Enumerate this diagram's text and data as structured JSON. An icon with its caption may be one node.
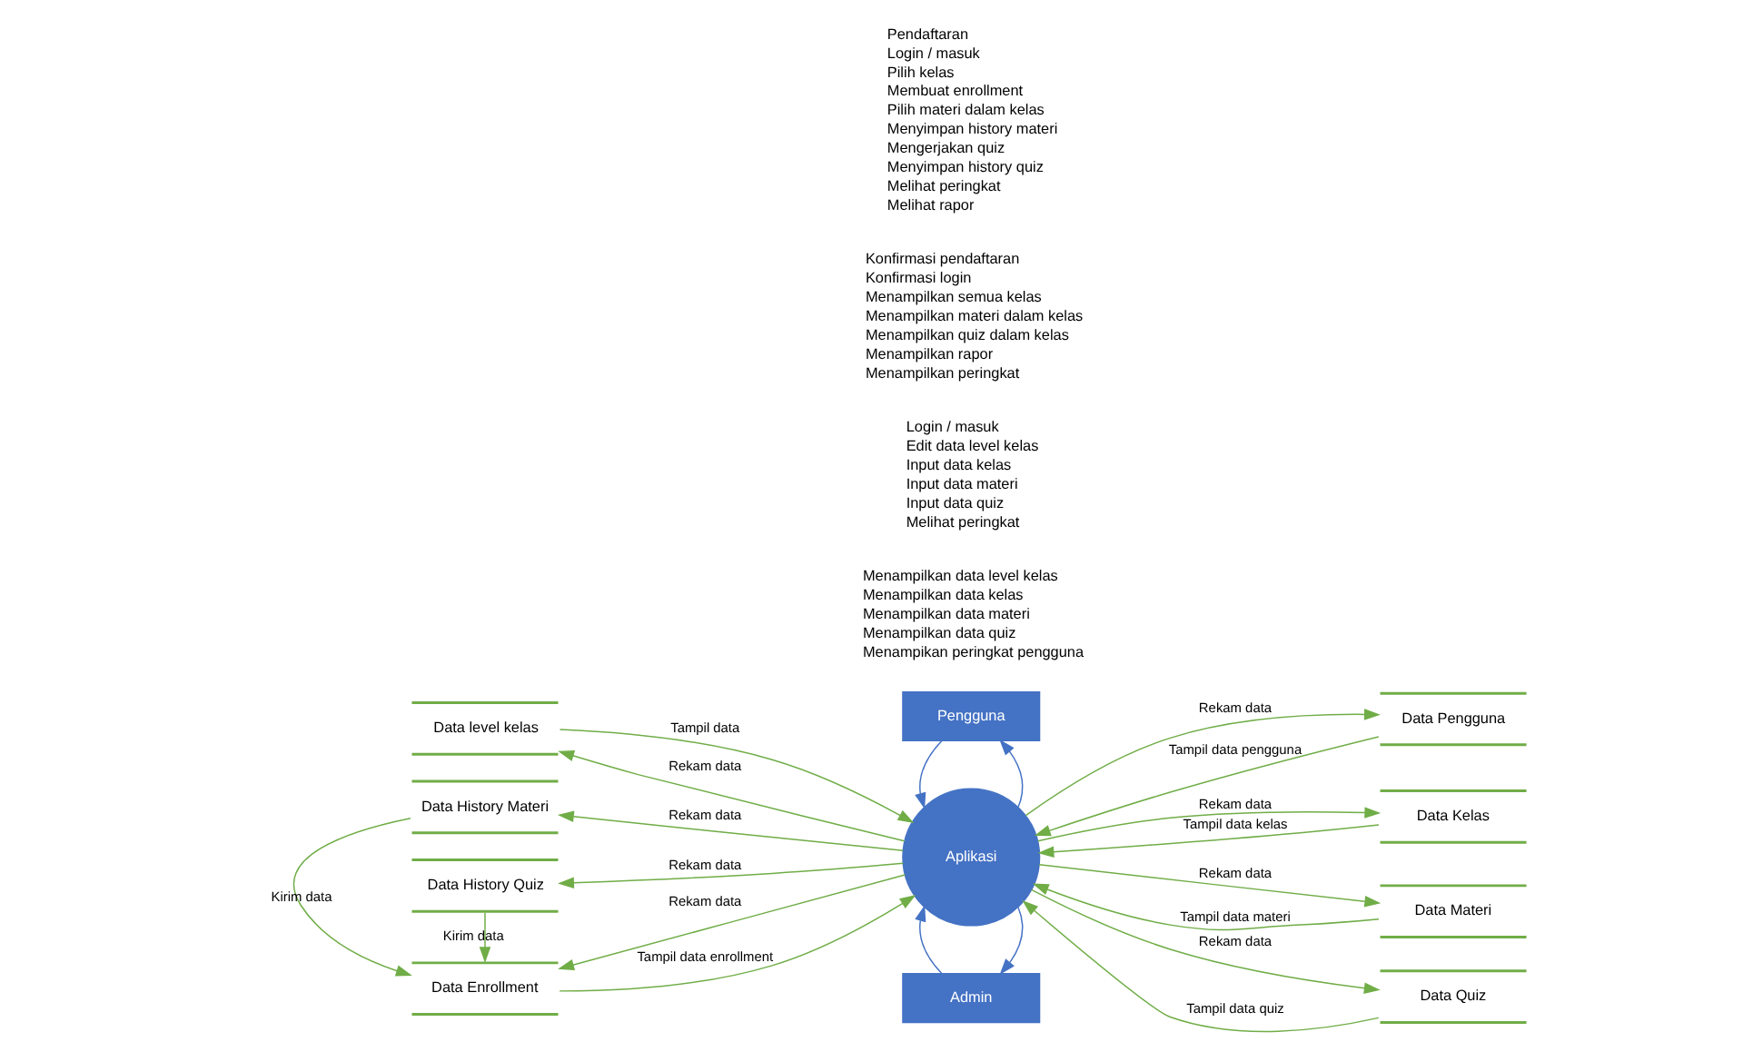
{
  "diagram": {
    "nodes": [
      {
        "text": [
          "Admin"
        ]
      },
      {
        "text": [
          "Aplikasi"
        ]
      },
      {
        "text": [
          "Pengguna"
        ]
      },
      {
        "text": [
          "Data level kelas"
        ]
      },
      {
        "text": [
          "Data History Materi"
        ]
      },
      {
        "text": [
          "Data History Quiz"
        ]
      },
      {
        "text": [
          "Data Enrollment"
        ]
      },
      {
        "text": [
          "Data Pengguna"
        ]
      },
      {
        "text": [
          "Data Kelas"
        ]
      },
      {
        "text": [
          "Data Materi"
        ]
      },
      {
        "text": [
          "Data Quiz"
        ]
      }
    ],
    "edges": [
      {
        "from": 1,
        "to": 0,
        "arrow": "to",
        "color": "#4472c4"
      },
      {
        "from": 0,
        "to": 1,
        "arrow": "to",
        "color": "#4472c4"
      },
      {
        "from": 1,
        "to": 2,
        "arrow": "to",
        "color": "#4472c4"
      },
      {
        "from": 2,
        "to": 1,
        "arrow": "to",
        "color": "#4472c4"
      },
      {
        "from": 1,
        "to": 3,
        "arrow": "to",
        "label": "Rekam data"
      },
      {
        "from": 1,
        "to": 4,
        "arrow": "to",
        "label": "Rekam data"
      },
      {
        "from": 3,
        "to": 1,
        "arrow": "to",
        "label": "Tampil data"
      },
      {
        "from": 4,
        "to": 6,
        "arrow": "to",
        "label": "Kirim data"
      },
      {
        "from": 1,
        "to": 5,
        "arrow": "to",
        "label": "Rekam data"
      },
      {
        "from": 5,
        "to": 6,
        "arrow": "to",
        "label": "Kirim data"
      },
      {
        "from": 1,
        "to": 6,
        "arrow": "to",
        "label": "Rekam data"
      },
      {
        "from": 6,
        "to": 1,
        "arrow": "to",
        "label": "Tampil data enrollment"
      },
      {
        "from": 7,
        "to": 1,
        "arrow": "to",
        "label": "Tampil data pengguna"
      },
      {
        "from": 1,
        "to": 7,
        "arrow": "to",
        "label": "Rekam data"
      },
      {
        "from": 8,
        "to": 1,
        "arrow": "to",
        "label": "Tampil data kelas"
      },
      {
        "from": 1,
        "to": 8,
        "arrow": "to",
        "label": "Rekam data"
      },
      {
        "from": 9,
        "to": 1,
        "arrow": "to",
        "label": "Tampil data materi"
      },
      {
        "from": 1,
        "to": 9,
        "arrow": "to",
        "label": "Rekam data"
      },
      {
        "from": 10,
        "to": 1,
        "arrow": "to",
        "label": "Tampil data quiz"
      },
      {
        "from": 1,
        "to": 10,
        "arrow": "to",
        "label": "Rekam data"
      }
    ],
    "labels": [
      "Menampilkan data level kelas",
      "Menampilkan data kelas",
      "Menampilkan data materi",
      "Menampilkan data quiz",
      "Menampikan peringkat pengguna",
      "Login / masuk",
      "Edit data level kelas",
      "Input data kelas",
      "Input data materi",
      "Input data quiz",
      "Melihat peringkat",
      "Konfirmasi pendaftaran",
      "Konfirmasi login",
      "Menampilkan semua kelas",
      "Menampilkan materi dalam kelas",
      "Menampilkan quiz dalam kelas",
      "Menampilkan rapor",
      "Menampilkan peringkat",
      "Pendaftaran",
      "Login / masuk",
      "Pilih kelas",
      "Membuat enrollment",
      "Pilih materi dalam kelas",
      "Menyimpan history materi",
      "Mengerjakan quiz",
      "Menyimpan history quiz",
      "Melihat peringkat",
      "Melihat rapor"
    ]
  }
}
